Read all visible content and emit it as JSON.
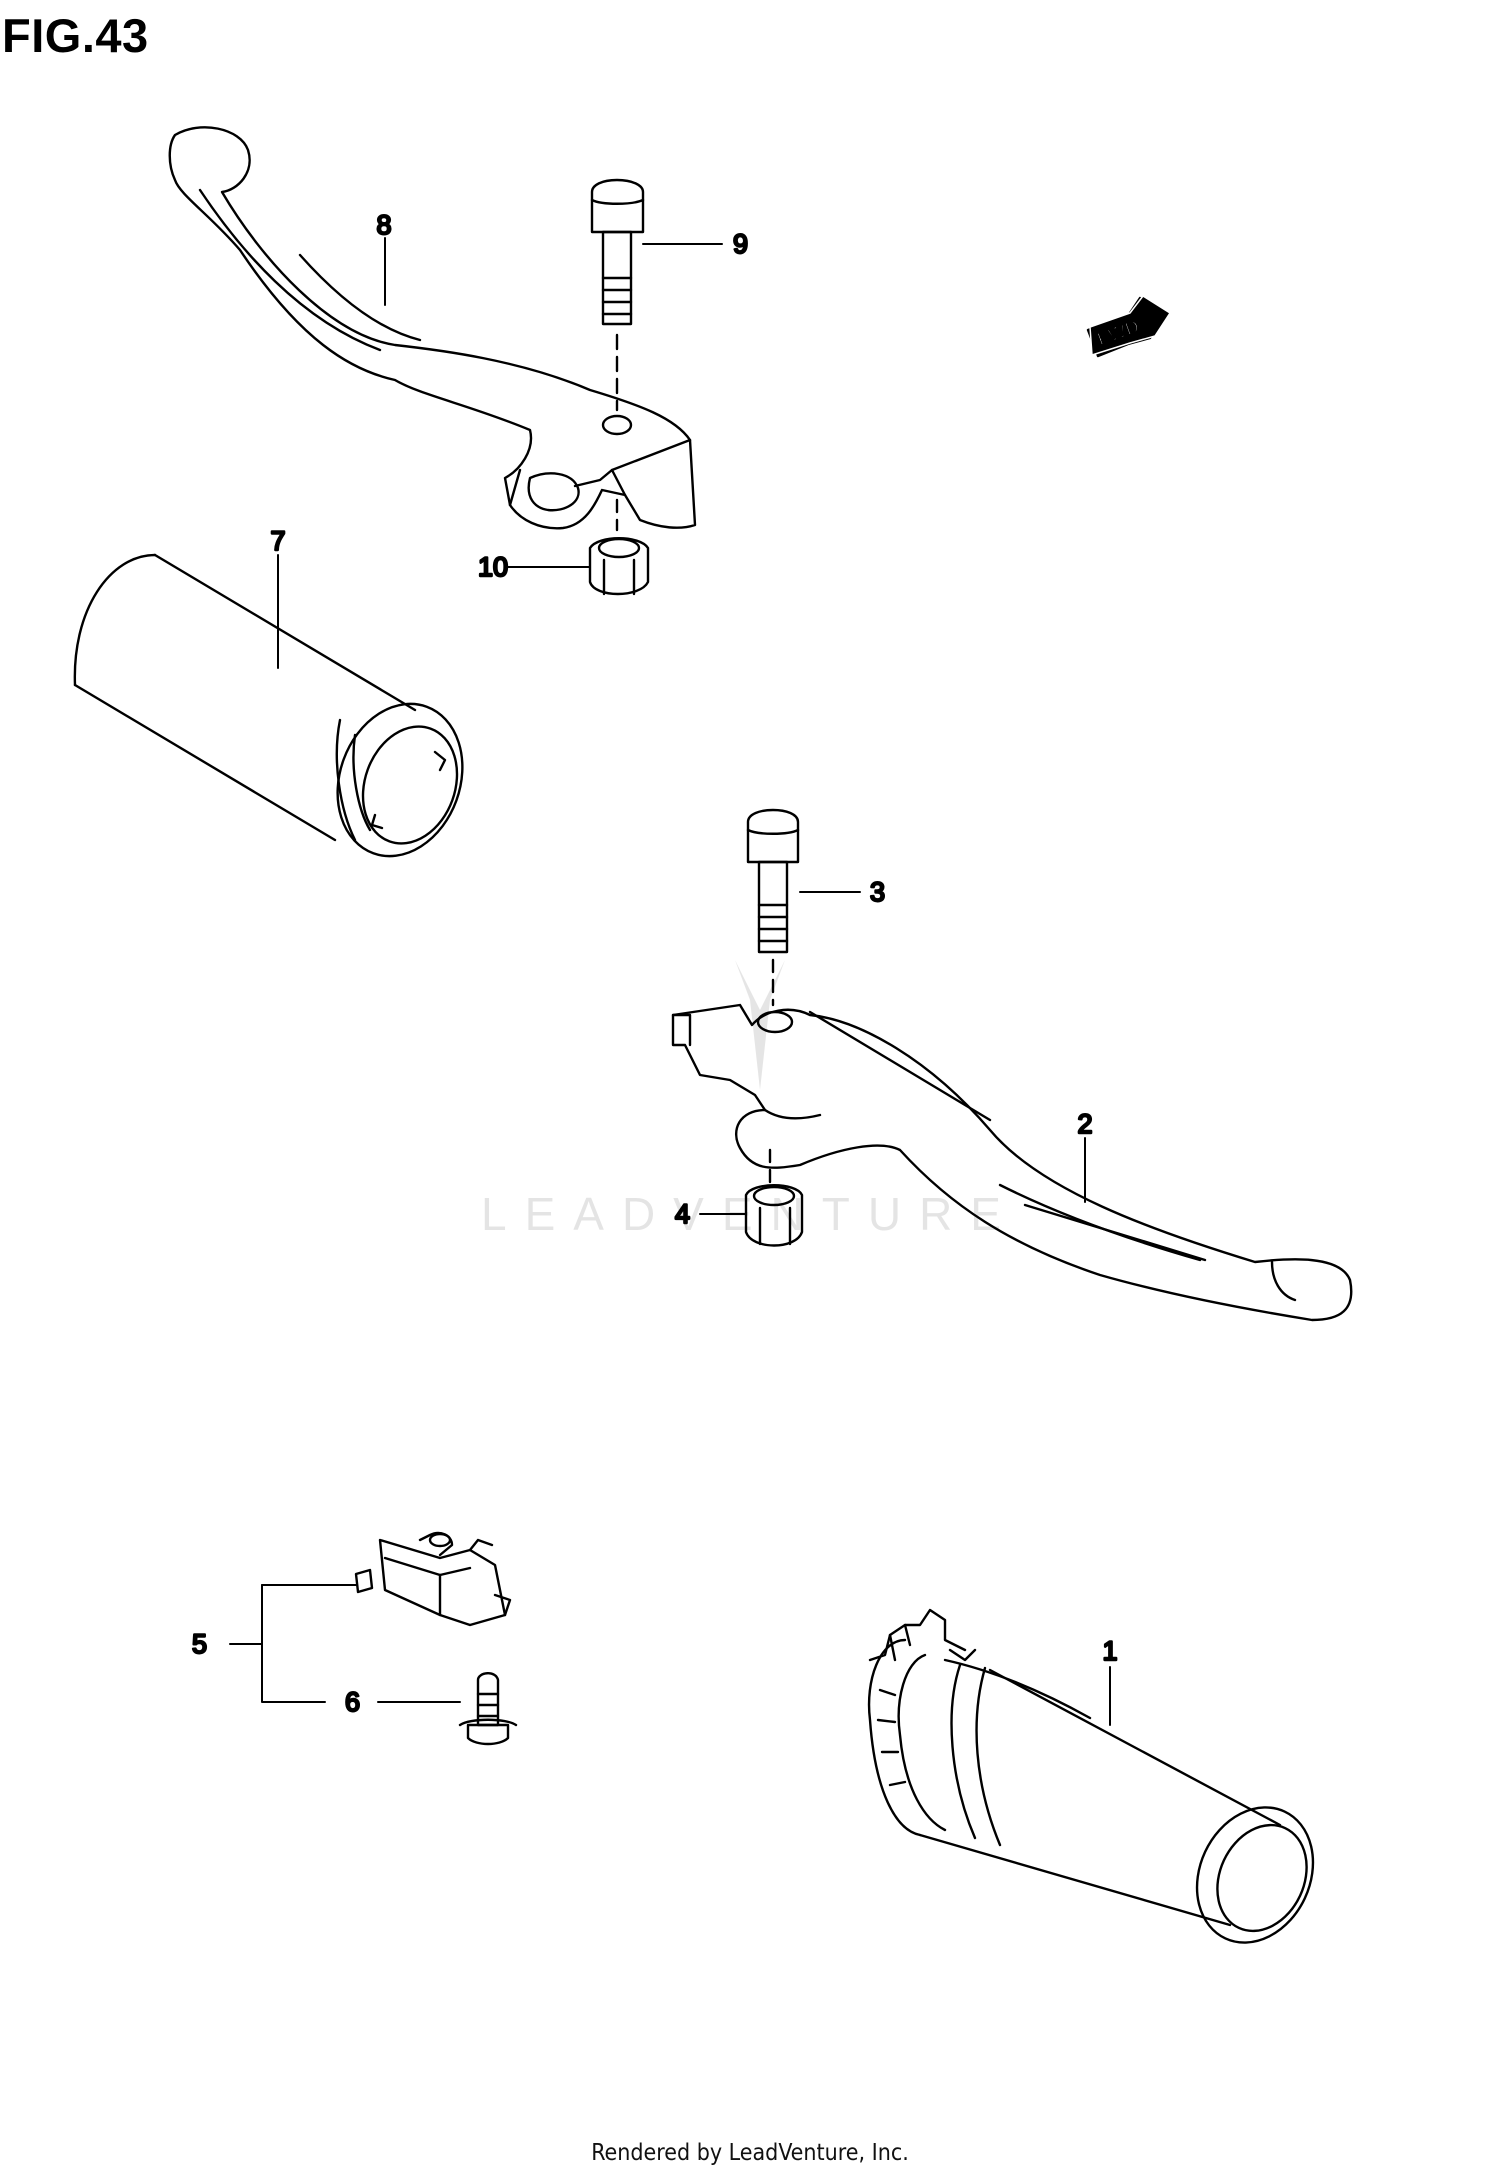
{
  "figure": {
    "title": "FIG.43",
    "footer": "Rendered by LeadVenture, Inc.",
    "fwd_label": "FWD",
    "watermark": "LEADVENTURE"
  },
  "callouts": [
    {
      "id": "1",
      "label": "1"
    },
    {
      "id": "2",
      "label": "2"
    },
    {
      "id": "3",
      "label": "3"
    },
    {
      "id": "4",
      "label": "4"
    },
    {
      "id": "5",
      "label": "5"
    },
    {
      "id": "6",
      "label": "6"
    },
    {
      "id": "7",
      "label": "7"
    },
    {
      "id": "8",
      "label": "8"
    },
    {
      "id": "9",
      "label": "9"
    },
    {
      "id": "10",
      "label": "10"
    }
  ]
}
